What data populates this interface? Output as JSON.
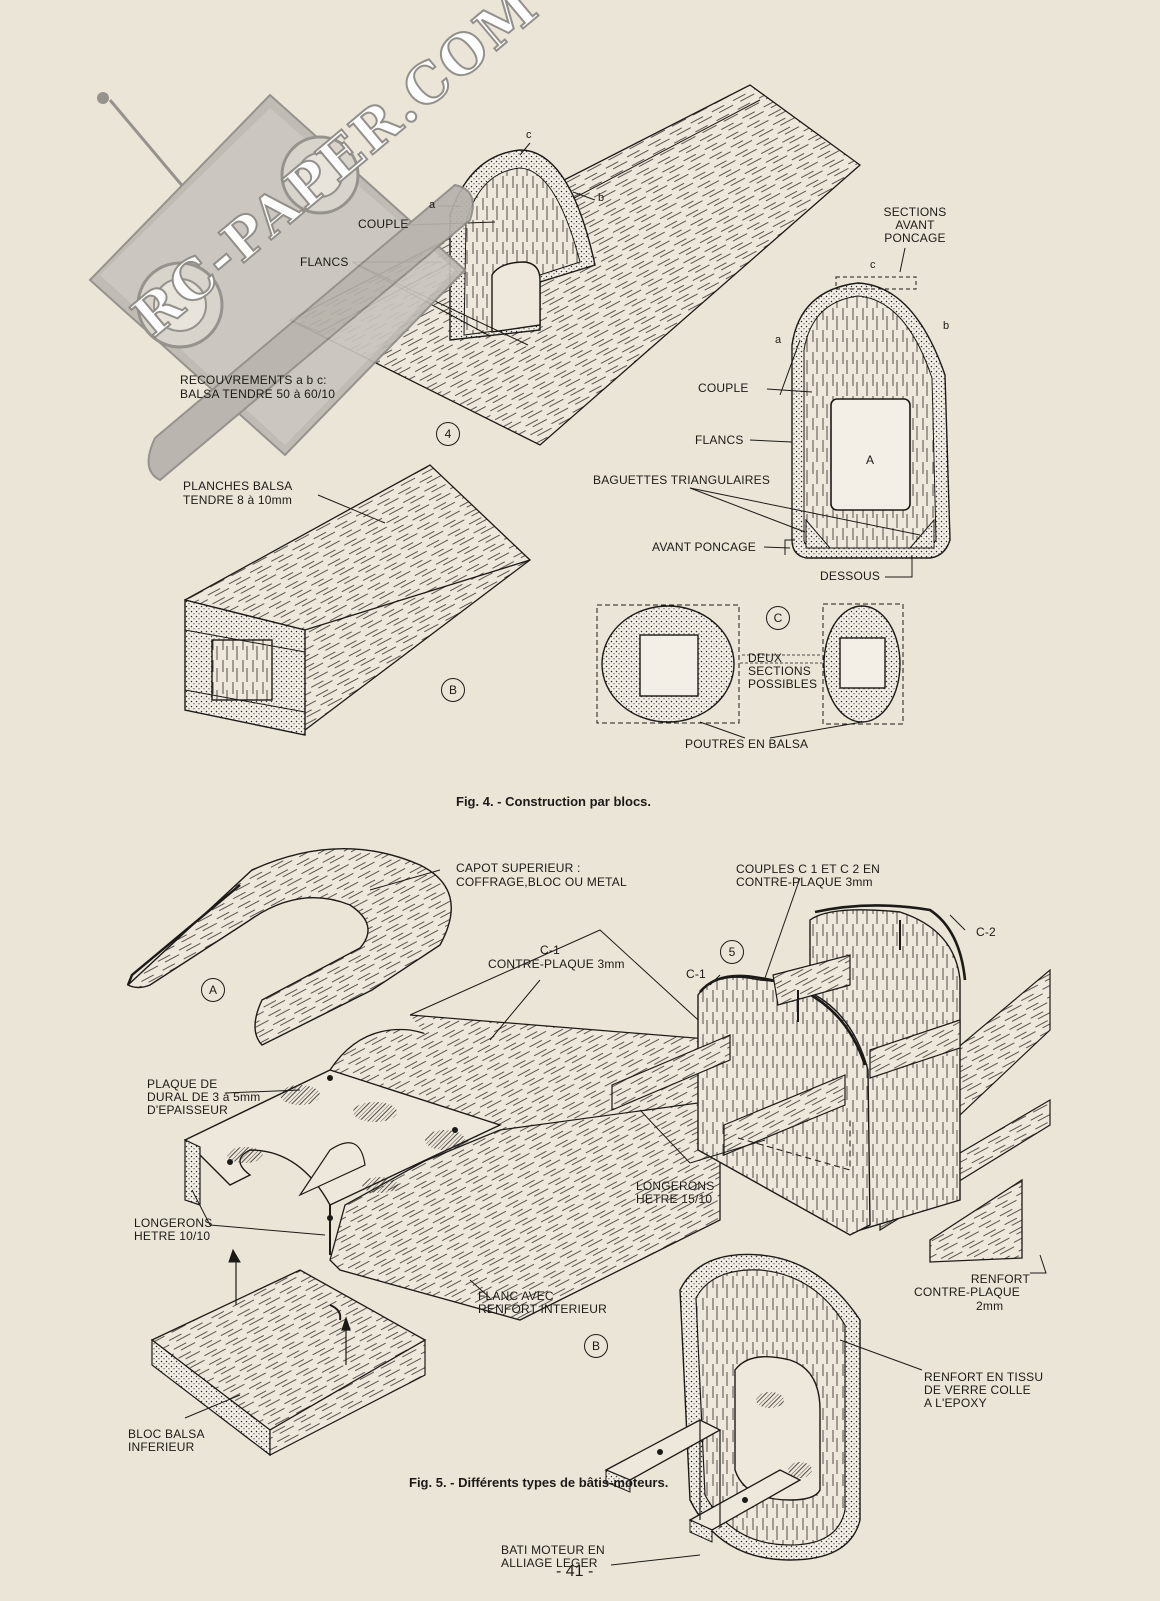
{
  "watermark": {
    "text": "RC-PAPER.COM",
    "icon": "rc-transmitter-logo"
  },
  "fig4": {
    "labels": {
      "couple_top": "COUPLE",
      "flancs_top": "FLANCS",
      "a": "a",
      "b": "b",
      "c": "c",
      "recouvrements_1": "RECOUVREMENTS  a   b   c:",
      "recouvrements_2": "BALSA TENDRE 50 à 60/10",
      "marker_4": "4",
      "sections_1": "SECTIONS",
      "sections_2": "AVANT",
      "sections_3": "PONCAGE",
      "sec_a": "a",
      "sec_b": "b",
      "sec_c": "c",
      "couple_right": "COUPLE",
      "flancs_right": "FLANCS",
      "A": "A",
      "baguettes": "BAGUETTES TRIANGULAIRES",
      "avant_poncage": "AVANT PONCAGE",
      "dessous": "DESSOUS",
      "planches_1": "PLANCHES BALSA",
      "planches_2": "TENDRE 8 à 10mm",
      "marker_B": "B",
      "marker_C": "C",
      "deux_1": "DEUX",
      "deux_2": "SECTIONS",
      "deux_3": "POSSIBLES",
      "poutres": "POUTRES EN BALSA"
    },
    "caption": "Fig. 4. - Construction par blocs."
  },
  "fig5": {
    "labels": {
      "capot_1": "CAPOT SUPERIEUR :",
      "capot_2": "COFFRAGE,BLOC OU METAL",
      "marker_A": "A",
      "c1_1": "C-1",
      "c1_2": "CONTRE-PLAQUE 3mm",
      "plaque_1": "PLAQUE DE",
      "plaque_2": "DURAL DE 3 à 5mm",
      "plaque_3": "D'EPAISSEUR",
      "longerons10_1": "LONGERONS",
      "longerons10_2": "HETRE 10/10",
      "flanc_1": "FLANC AVEC",
      "flanc_2": "RENFORT INTERIEUR",
      "bloc_1": "BLOC BALSA",
      "bloc_2": "INFERIEUR",
      "couples_1": "COUPLES C 1  ET  C 2 EN",
      "couples_2": "CONTRE-PLAQUE 3mm",
      "marker_5": "5",
      "c1_left": "C-1",
      "c2": "C-2",
      "longerons15_1": "LONGERONS",
      "longerons15_2": "HETRE 15/10",
      "renfort_1": "RENFORT",
      "renfort_2": "CONTRE-PLAQUE",
      "renfort_3": "2mm",
      "marker_B": "B",
      "tissu_1": "RENFORT EN TISSU",
      "tissu_2": "DE VERRE COLLE",
      "tissu_3": "A L'EPOXY",
      "bati_1": "BATI MOTEUR EN",
      "bati_2": "ALLIAGE LEGER"
    },
    "caption": "Fig. 5. - Différents types de bâtis-moteurs."
  },
  "page_number": "- 41 -"
}
